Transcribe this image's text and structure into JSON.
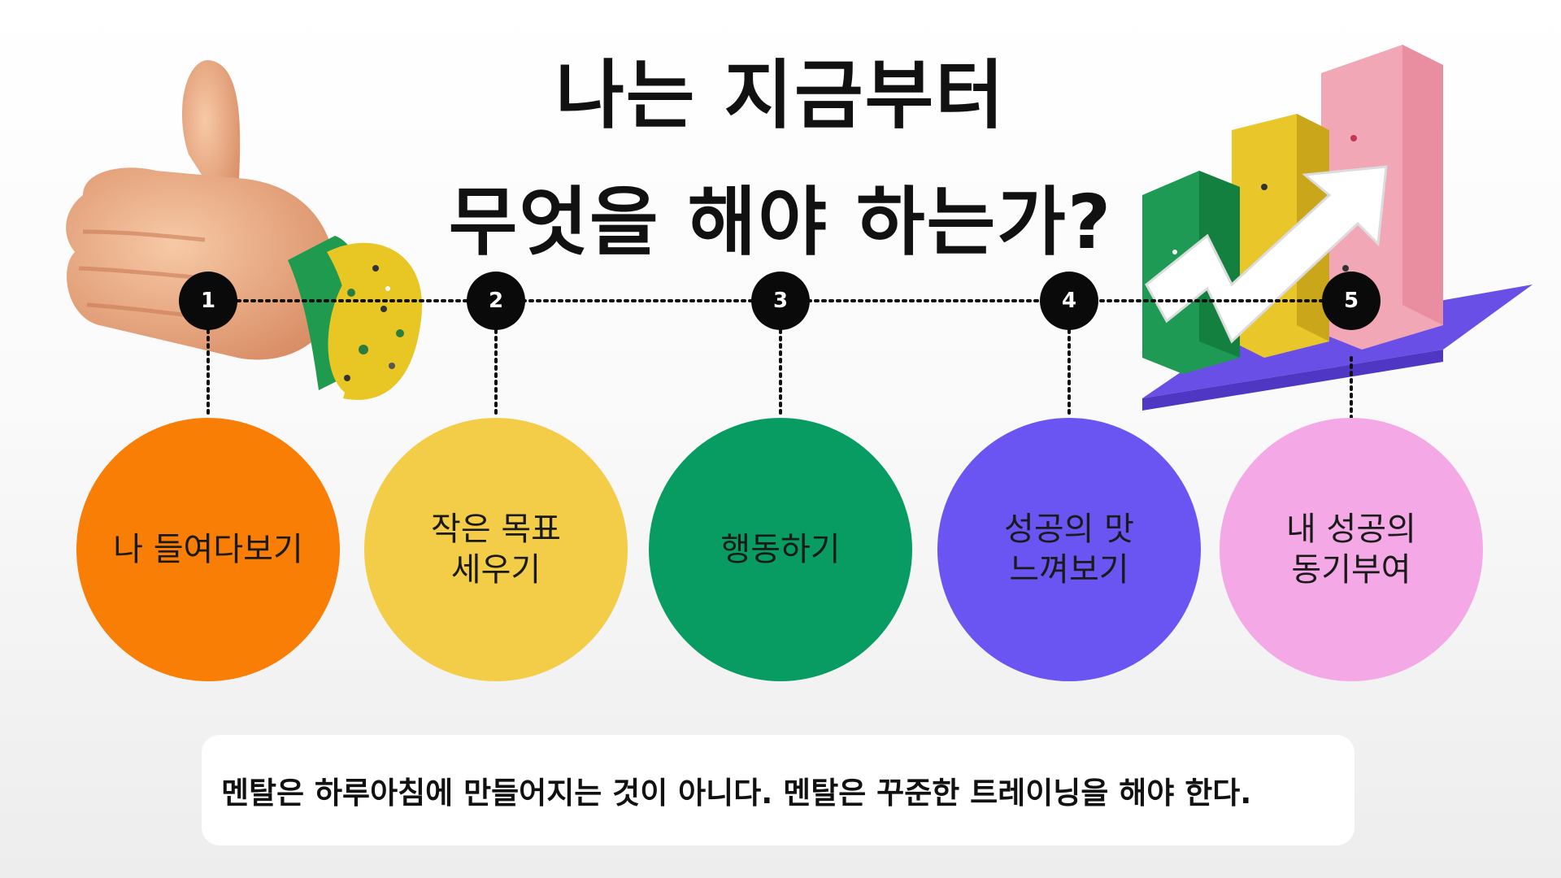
{
  "title": {
    "line1": "나는 지금부터",
    "line2": "무엇을 해야 하는가?"
  },
  "steps": [
    {
      "number": "1",
      "label": "나 들여다보기",
      "color": "#F97E05"
    },
    {
      "number": "2",
      "label": "작은 목표\n세우기",
      "color": "#F3CC48"
    },
    {
      "number": "3",
      "label": "행동하기",
      "color": "#089C63"
    },
    {
      "number": "4",
      "label": "성공의 맛\n느껴보기",
      "color": "#6A54F2"
    },
    {
      "number": "5",
      "label": "내 성공의\n동기부여",
      "color": "#F4A9E6"
    }
  ],
  "note": "멘탈은 하루아침에 만들어지는 것이 아니다. 멘탈은 꾸준한 트레이닝을 해야 한다.",
  "icons": {
    "left": "thumbs-up-icon",
    "right": "growth-bar-chart-icon"
  }
}
